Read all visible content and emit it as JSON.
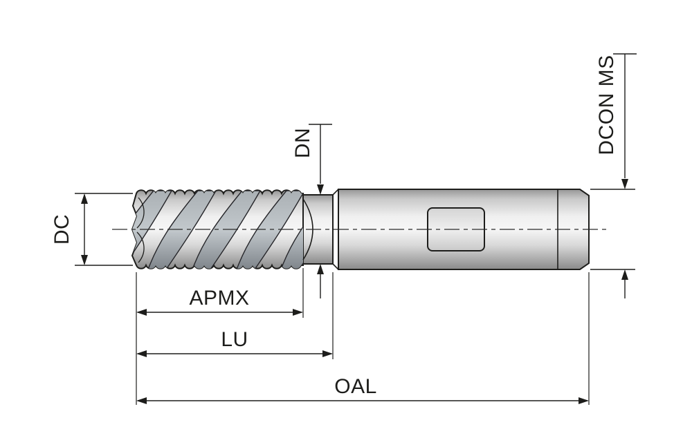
{
  "figure": {
    "type": "technical-dimension-drawing",
    "subject": "roughing end mill side view with dimension callouts"
  },
  "colors": {
    "background": "#ffffff",
    "line": "#1d1d1b",
    "tool_highlight": "#f2f2f2",
    "tool_shadow": "#8f8f8f",
    "flute_band": "#9aa0a4"
  },
  "dimensions": {
    "dc": {
      "label": "DC"
    },
    "dn": {
      "label": "DN"
    },
    "dcon": {
      "label": "DCON MS"
    },
    "apmx": {
      "label": "APMX"
    },
    "lu": {
      "label": "LU"
    },
    "oal": {
      "label": "OAL"
    }
  }
}
